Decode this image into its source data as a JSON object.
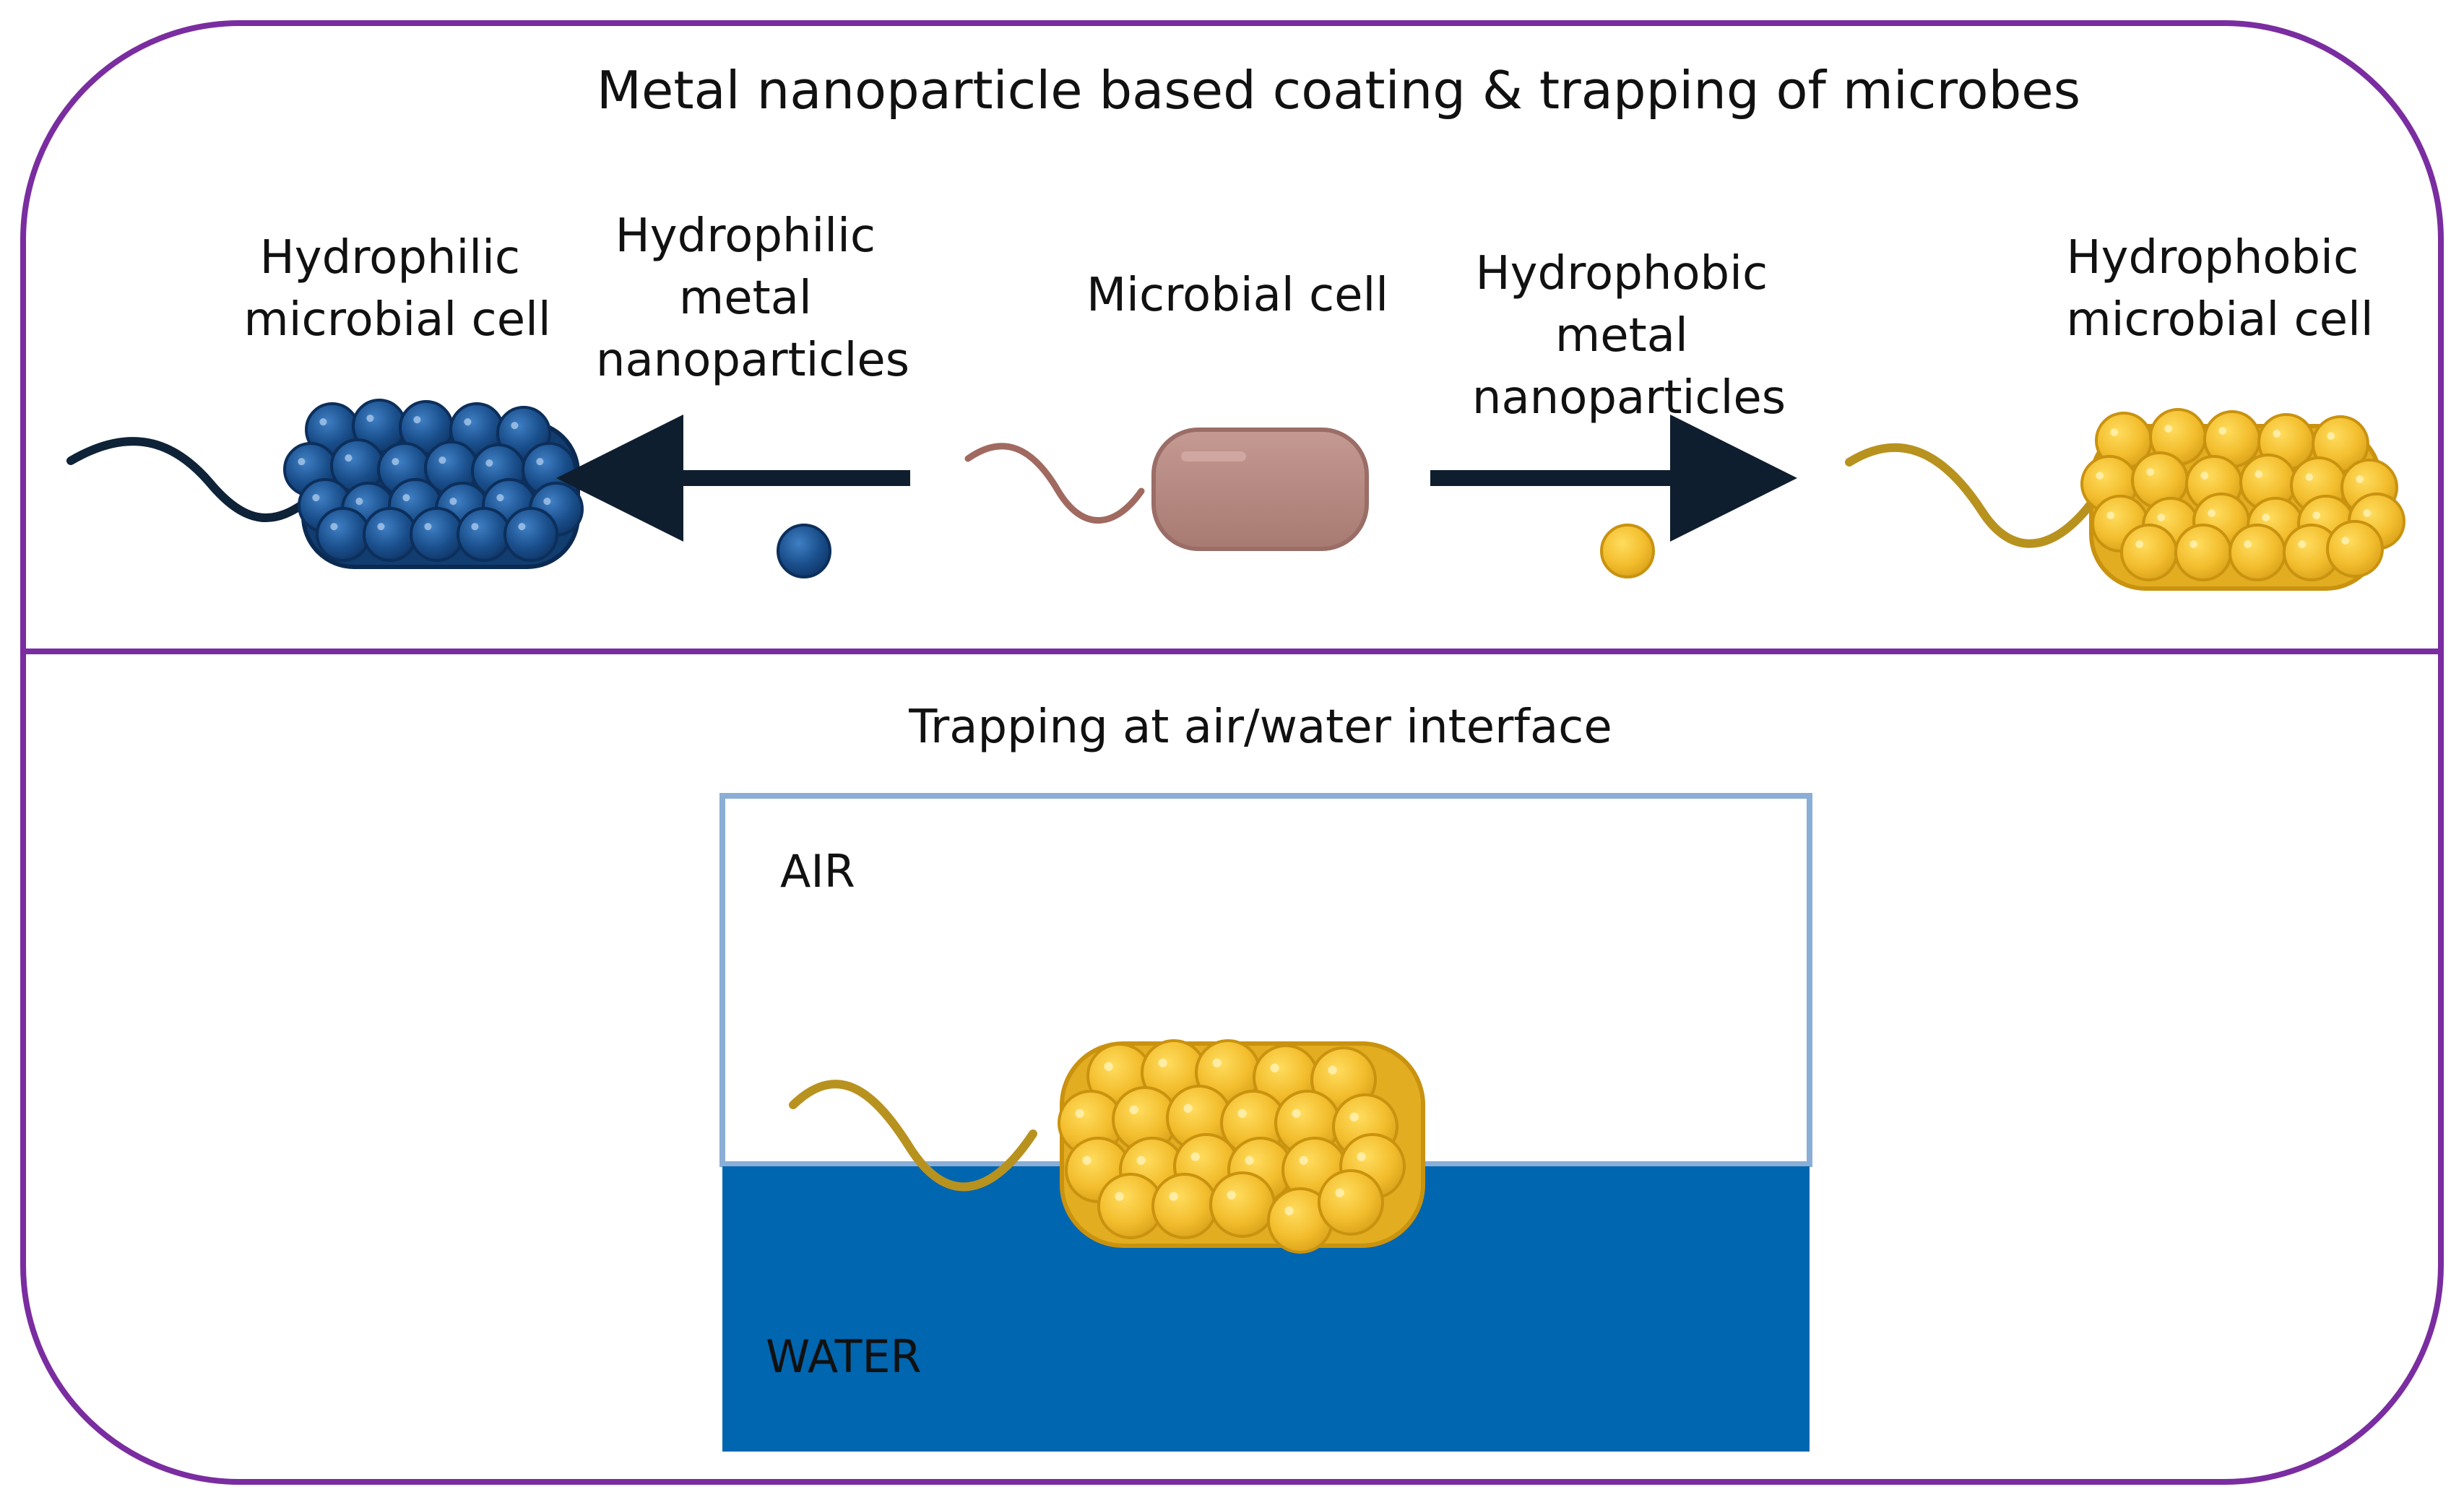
{
  "figure": {
    "title": "Metal nanoparticle based coating & trapping of microbes",
    "frame_color": "#7a2da0"
  },
  "top_panel": {
    "hydrophilic_cell_label": [
      "Hydrophilic",
      "microbial cell"
    ],
    "hydrophilic_np_label": [
      "Hydrophilic",
      "metal",
      "nanoparticles"
    ],
    "microbial_cell_label": "Microbial cell",
    "hydrophobic_np_label": [
      "Hydrophobic",
      "metal",
      "nanoparticles"
    ],
    "hydrophobic_cell_label": [
      "Hydrophobic",
      "microbial cell"
    ]
  },
  "bottom_panel": {
    "title": "Trapping at air/water interface",
    "air_label": "AIR",
    "water_label": "WATER"
  },
  "colors": {
    "hydrophilic_particle": "#1a4f8c",
    "hydrophilic_particle_edge": "#0c2f5c",
    "hydrophobic_particle": "#f3be2e",
    "hydrophobic_particle_edge": "#c9920f",
    "bacterium_body": "#b78a82",
    "bacterium_flagellum": "#a06a60",
    "hydrophobic_flagellum": "#b8921f",
    "hydrophilic_flagellum": "#0e2238",
    "water": "#0066b0",
    "arrow": "#0f1e2e"
  }
}
